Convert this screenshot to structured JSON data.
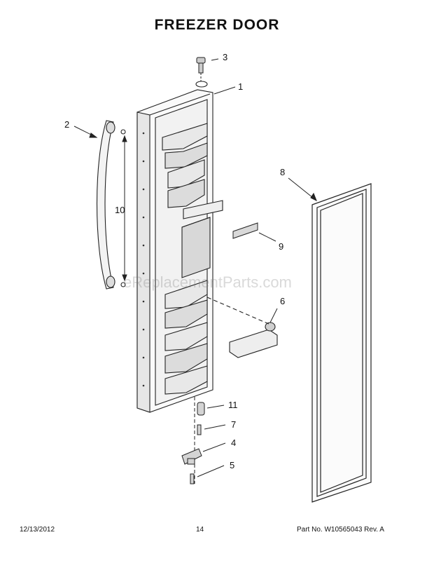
{
  "title": "FREEZER DOOR",
  "watermark": "eReplacementParts.com",
  "callouts": {
    "c1": "1",
    "c2": "2",
    "c3": "3",
    "c4": "4",
    "c5": "5",
    "c6": "6",
    "c7": "7",
    "c8": "8",
    "c9": "9",
    "c10": "10",
    "c11": "11"
  },
  "footer": {
    "date": "12/13/2012",
    "page": "14",
    "part": "Part No. W10565043  Rev. A"
  }
}
